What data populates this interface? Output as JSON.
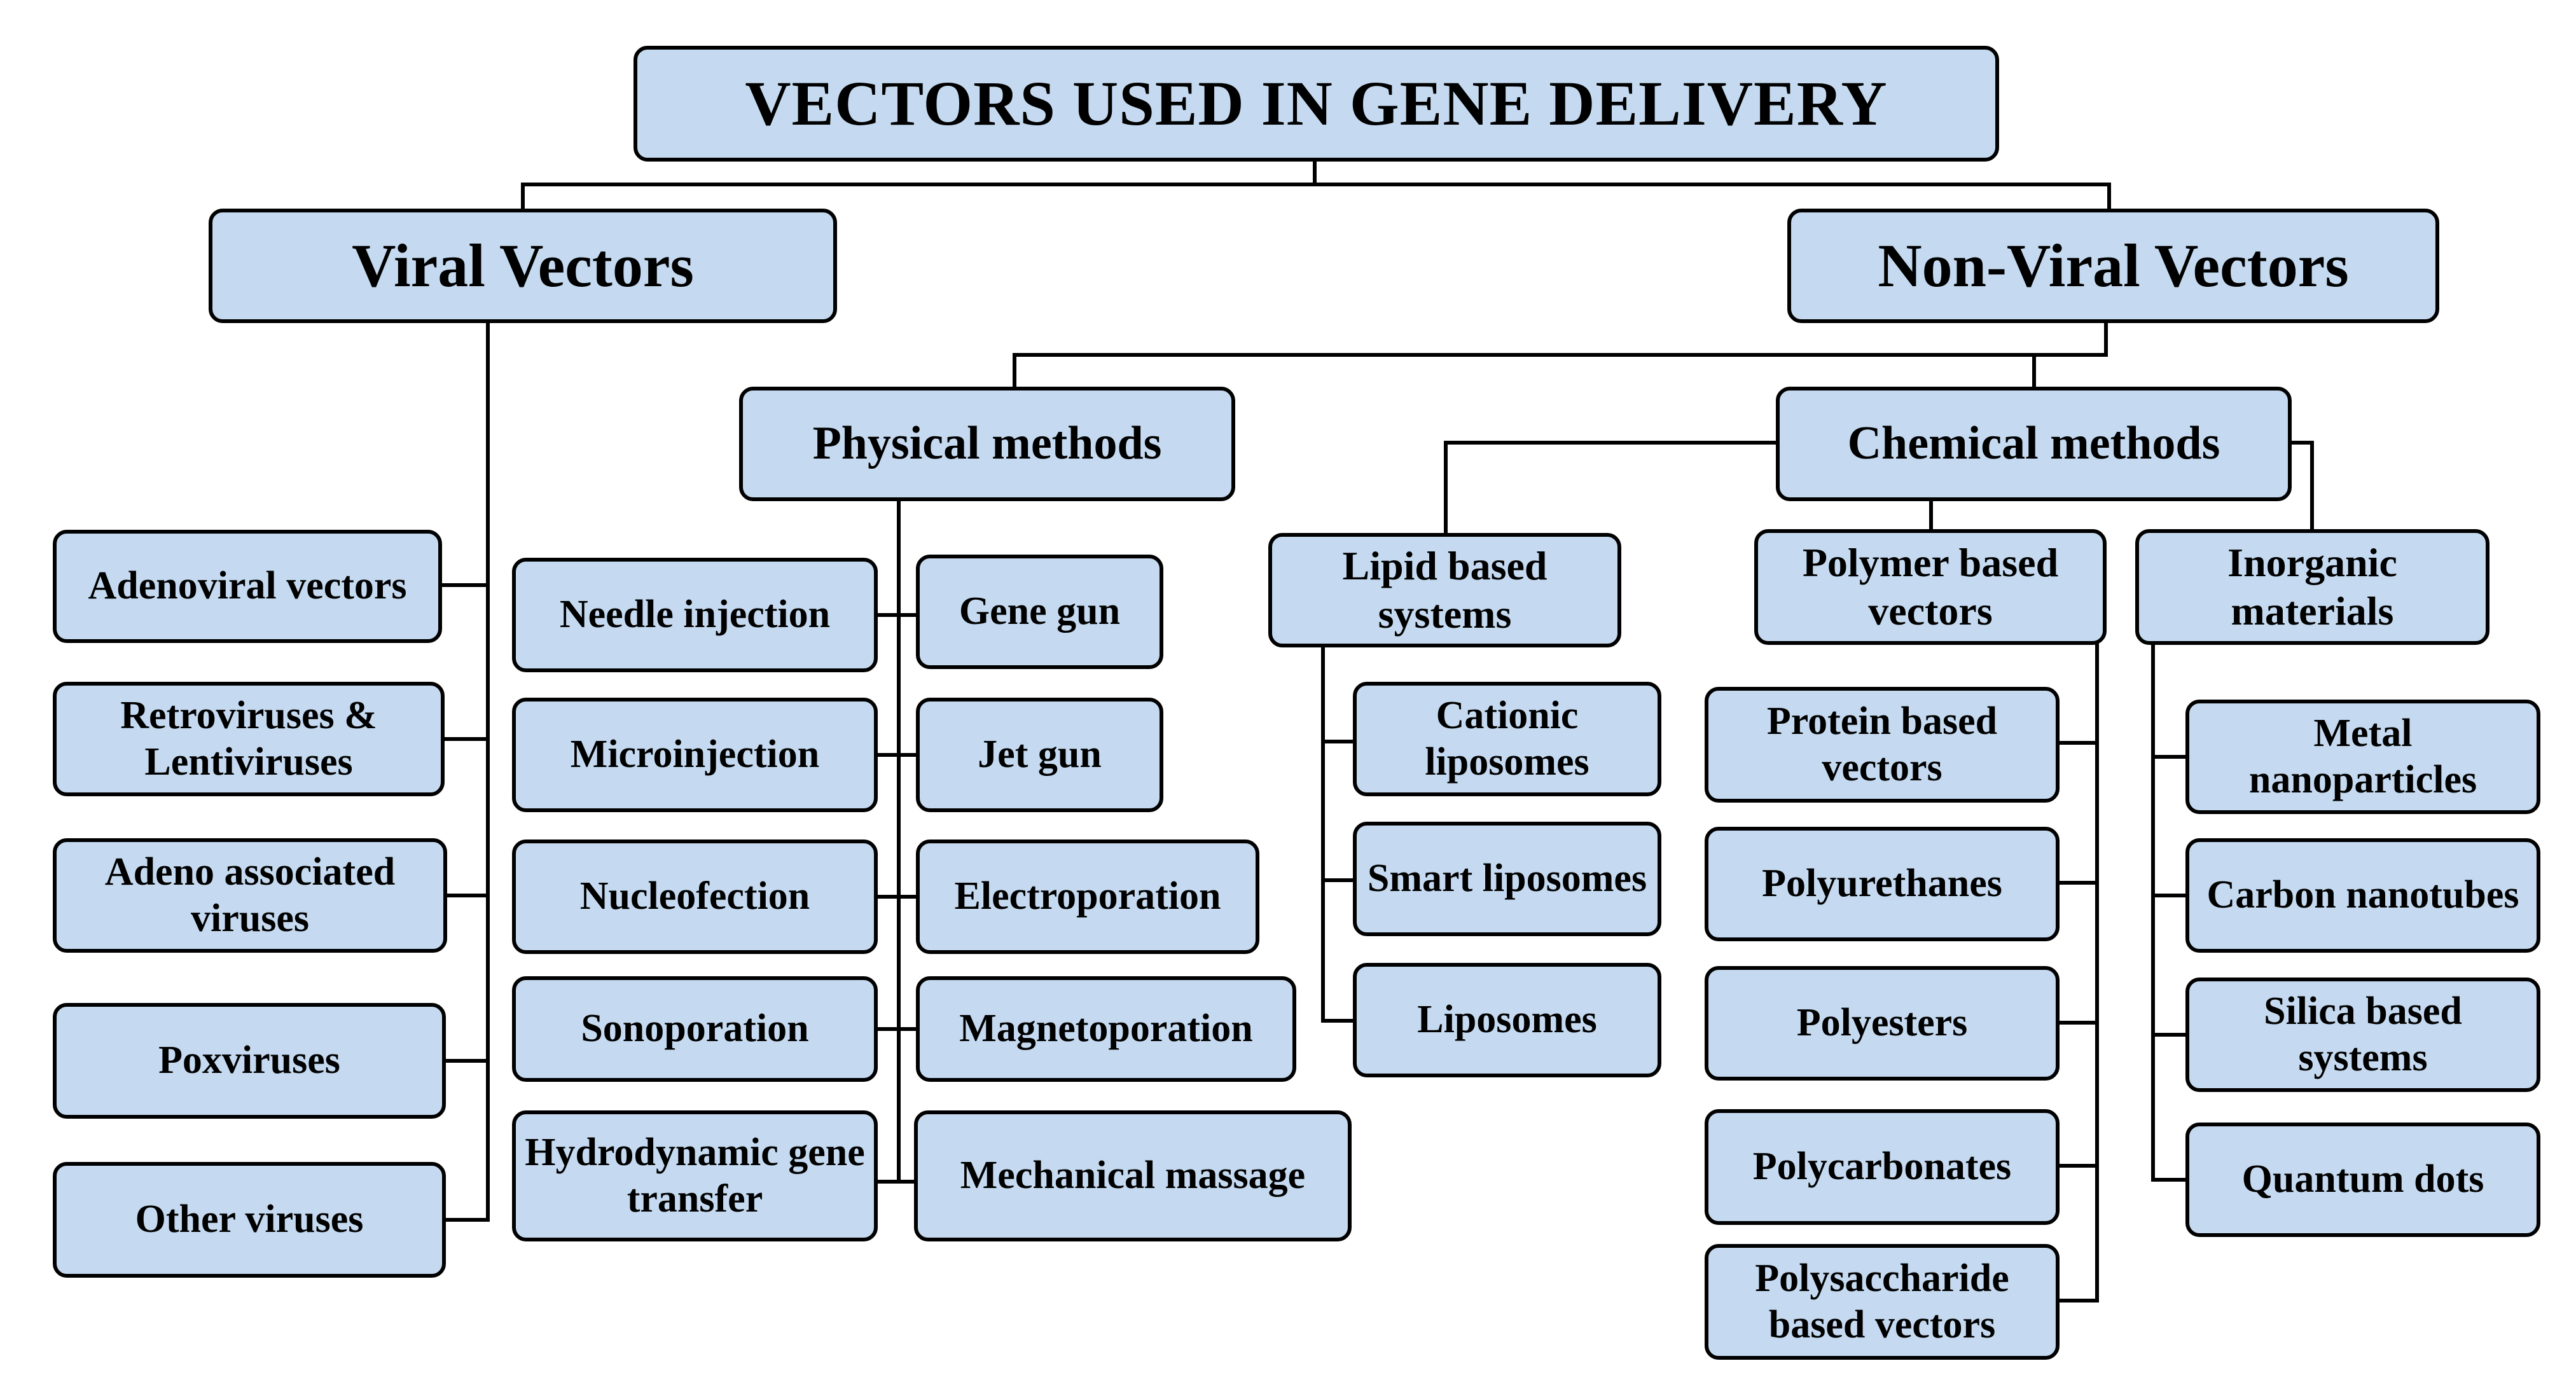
{
  "title": "VECTORS USED IN GENE DELIVERY",
  "viral": {
    "label": "Viral Vectors",
    "items": [
      "Adenoviral vectors",
      "Retroviruses & Lentiviruses",
      "Adeno associated viruses",
      "Poxviruses",
      "Other viruses"
    ]
  },
  "non_viral": {
    "label": "Non-Viral Vectors",
    "physical": {
      "label": "Physical methods",
      "left": [
        "Needle injection",
        "Microinjection",
        "Nucleofection",
        "Sonoporation",
        "Hydrodynamic gene transfer"
      ],
      "right": [
        "Gene gun",
        "Jet gun",
        "Electroporation",
        "Magnetoporation",
        "Mechanical massage"
      ]
    },
    "chemical": {
      "label": "Chemical methods",
      "lipid": {
        "label": "Lipid based systems",
        "items": [
          "Cationic liposomes",
          "Smart liposomes",
          "Liposomes"
        ]
      },
      "polymer": {
        "label": "Polymer based vectors",
        "items": [
          "Protein based vectors",
          "Polyurethanes",
          "Polyesters",
          "Polycarbonates",
          "Polysaccharide based vectors"
        ]
      },
      "inorganic": {
        "label": "Inorganic materials",
        "items": [
          "Metal nanoparticles",
          "Carbon nanotubes",
          "Silica based systems",
          "Quantum dots"
        ]
      }
    }
  },
  "colors": {
    "box_fill": "#c5daf0",
    "border": "#000000",
    "background": "#ffffff"
  }
}
